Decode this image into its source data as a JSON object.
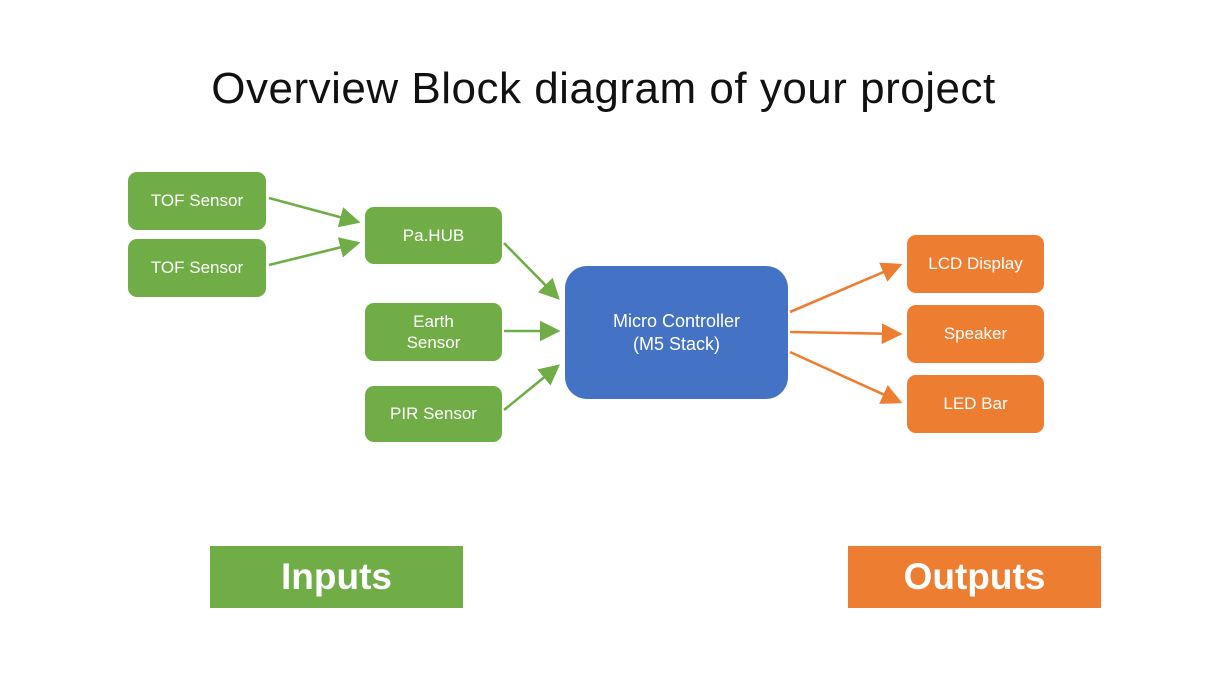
{
  "title": "Overview Block diagram of your project",
  "nodes": {
    "tof1": {
      "label": "TOF Sensor",
      "color": "#70AD47"
    },
    "tof2": {
      "label": "TOF Sensor",
      "color": "#70AD47"
    },
    "pahub": {
      "label": "Pa.HUB",
      "color": "#70AD47"
    },
    "earth": {
      "label": "Earth Sensor",
      "color": "#70AD47"
    },
    "pir": {
      "label": "PIR Sensor",
      "color": "#70AD47"
    },
    "mcu": {
      "label": "Micro Controller",
      "sublabel": "(M5 Stack)",
      "color": "#4472C4"
    },
    "lcd": {
      "label": "LCD Display",
      "color": "#ED7D31"
    },
    "speaker": {
      "label": "Speaker",
      "color": "#ED7D31"
    },
    "ledbar": {
      "label": "LED Bar",
      "color": "#ED7D31"
    }
  },
  "legend": {
    "inputs_label": "Inputs",
    "inputs_color": "#70AD47",
    "outputs_label": "Outputs",
    "outputs_color": "#ED7D31"
  },
  "colors": {
    "input_green": "#70AD47",
    "controller_blue": "#4472C4",
    "output_orange": "#ED7D31",
    "box_text": "#FFFFFF",
    "title_text": "#111111"
  }
}
